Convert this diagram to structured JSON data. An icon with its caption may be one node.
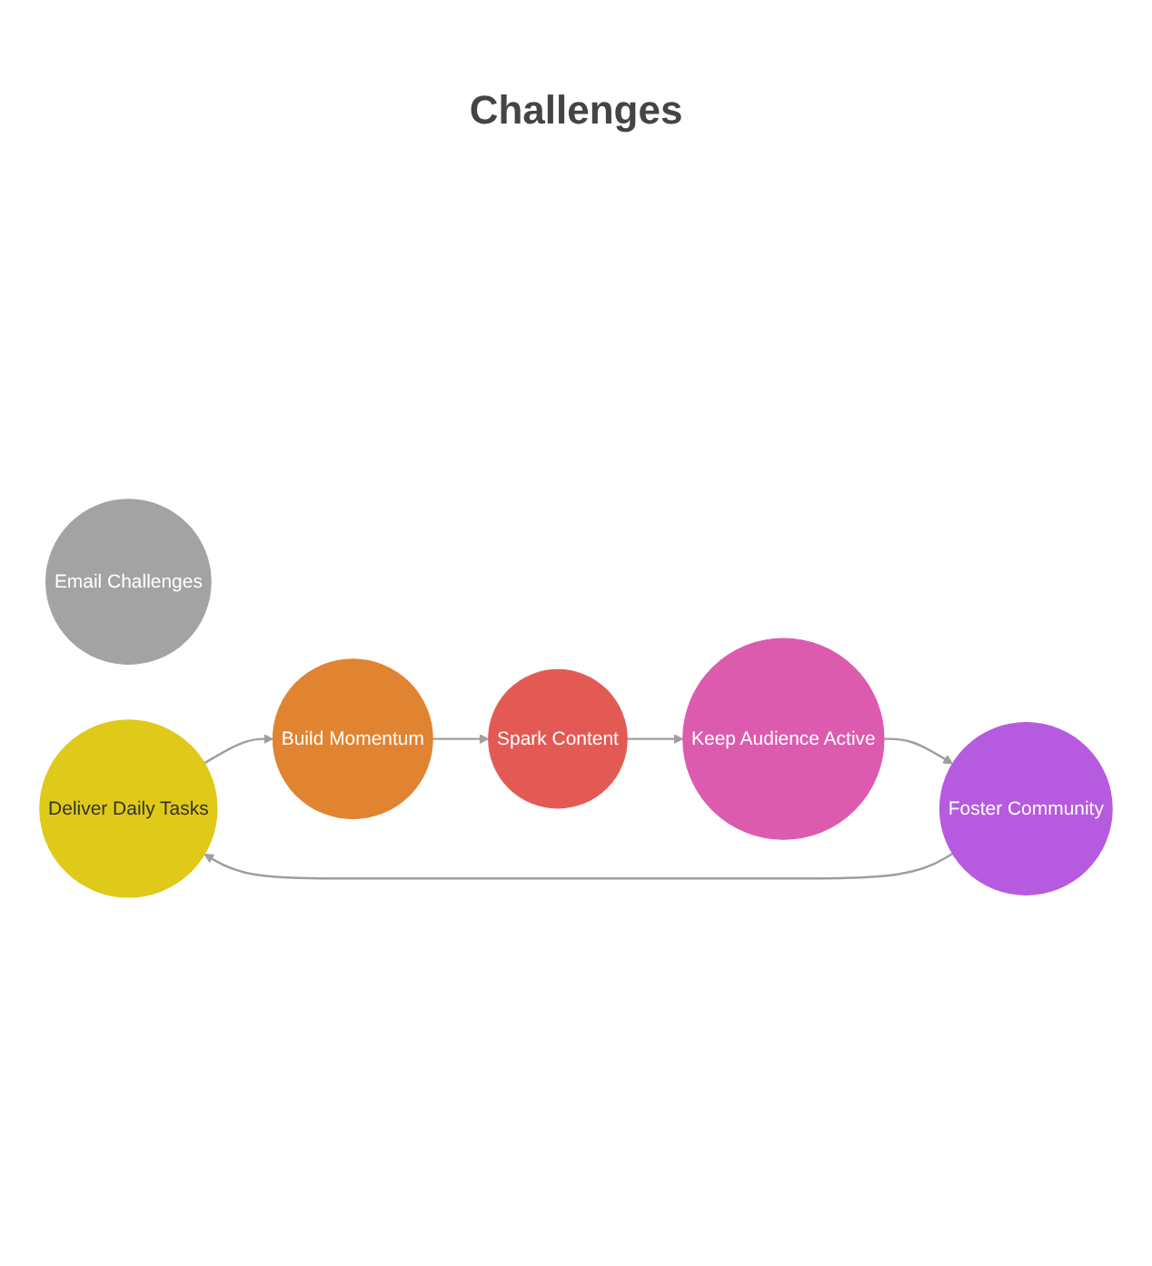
{
  "diagram": {
    "title": "Challenges",
    "nodes": [
      {
        "text": [
          "Email Challenges"
        ]
      },
      {
        "text": [
          "Deliver Daily Tasks"
        ]
      },
      {
        "text": [
          "Build Momentum"
        ]
      },
      {
        "text": [
          "Spark Content"
        ]
      },
      {
        "text": [
          "Keep Audience Active"
        ]
      },
      {
        "text": [
          "Foster Community"
        ]
      }
    ],
    "edges": [
      {
        "from": 1,
        "to": 2,
        "arrow": "to"
      },
      {
        "from": 2,
        "to": 3,
        "arrow": "to"
      },
      {
        "from": 3,
        "to": 4,
        "arrow": "to"
      },
      {
        "from": 4,
        "to": 5,
        "arrow": "to"
      },
      {
        "from": 5,
        "to": 1,
        "arrow": "to"
      }
    ]
  }
}
